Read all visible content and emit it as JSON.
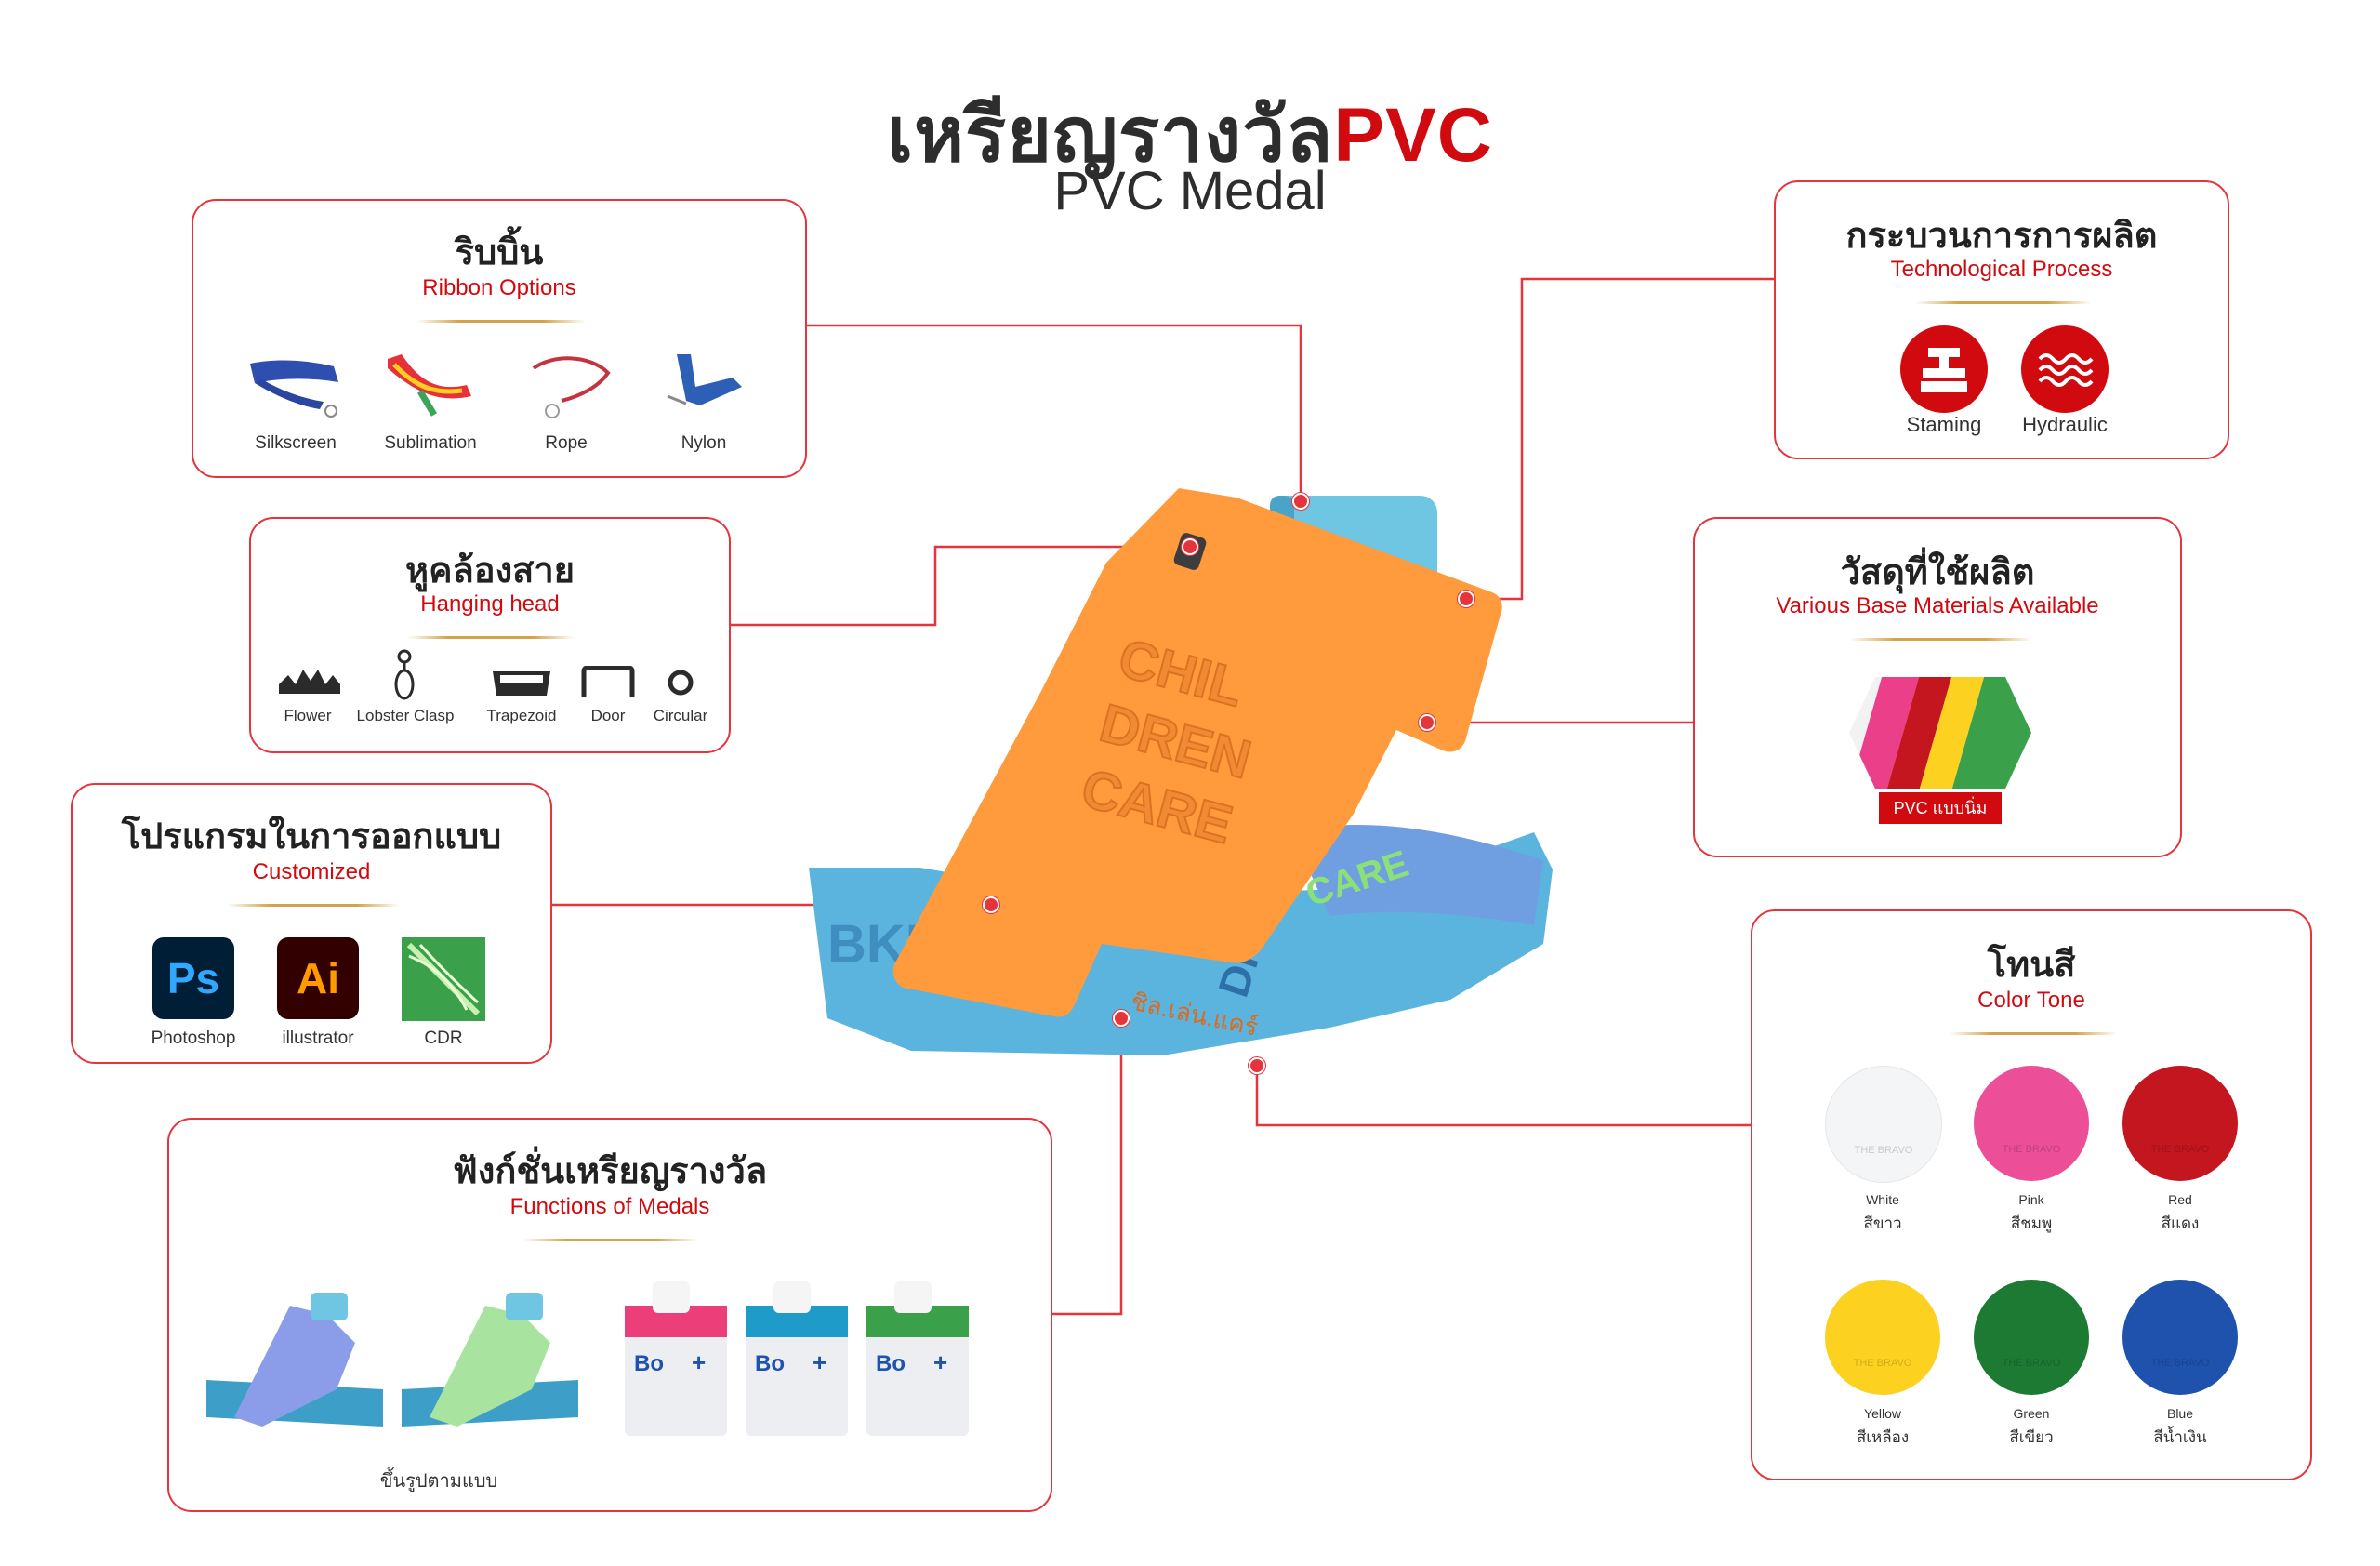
{
  "header": {
    "title_thai": "เหรียญรางวัล",
    "title_accent": "PVC",
    "subtitle": "PVC Medal"
  },
  "ribbon": {
    "title": "ริบบิ้น",
    "subtitle": "Ribbon Options",
    "items": [
      {
        "label": "Silkscreen",
        "icon": "lanyard-silkscreen-icon"
      },
      {
        "label": "Sublimation",
        "icon": "lanyard-sublimation-icon"
      },
      {
        "label": "Rope",
        "icon": "lanyard-rope-icon"
      },
      {
        "label": "Nylon",
        "icon": "lanyard-nylon-icon"
      }
    ]
  },
  "hanging": {
    "title": "หูคล้องสาย",
    "subtitle": "Hanging head",
    "items": [
      {
        "label": "Flower",
        "icon": "flower-hook-icon"
      },
      {
        "label": "Lobster Clasp",
        "icon": "lobster-clasp-icon"
      },
      {
        "label": "Trapezoid",
        "icon": "trapezoid-hook-icon"
      },
      {
        "label": "Door",
        "icon": "door-hook-icon"
      },
      {
        "label": "Circular",
        "icon": "circular-hook-icon"
      }
    ]
  },
  "design": {
    "title": "โปรแกรมในการออกแบบ",
    "subtitle": "Customized",
    "items": [
      {
        "label": "Photoshop",
        "glyph": "Ps",
        "icon": "photoshop-icon"
      },
      {
        "label": "illustrator",
        "glyph": "Ai",
        "icon": "illustrator-icon"
      },
      {
        "label": "CDR",
        "icon": "coreldraw-icon"
      }
    ]
  },
  "functions": {
    "title": "ฟังก์ชั่นเหรียญรางวัล",
    "subtitle": "Functions of Medals",
    "caption": "ขึ้นรูปตามแบบ"
  },
  "process": {
    "title": "กระบวนการการผลิต",
    "subtitle": "Technological Process",
    "items": [
      {
        "label": "Staming",
        "icon": "stamping-icon"
      },
      {
        "label": "Hydraulic",
        "icon": "hydraulic-icon"
      }
    ]
  },
  "materials": {
    "title": "วัสดุที่ใช้ผลิต",
    "subtitle": "Various Base Materials Available",
    "badge": "PVC แบบนิ่ม"
  },
  "colors": {
    "title": "โทนสี",
    "subtitle": "Color Tone",
    "swatch_text": "THE BRAVO",
    "items": [
      {
        "en": "White",
        "th": "สีขาว",
        "hex": "#f4f5f6"
      },
      {
        "en": "Pink",
        "th": "สีชมพู",
        "hex": "#ec4f98"
      },
      {
        "en": "Red",
        "th": "สีแดง",
        "hex": "#c4161f"
      },
      {
        "en": "Yellow",
        "th": "สีเหลือง",
        "hex": "#fdd120"
      },
      {
        "en": "Green",
        "th": "สีเขียว",
        "hex": "#1c7a33"
      },
      {
        "en": "Blue",
        "th": "สีน้ำเงิน",
        "hex": "#1f52ac"
      }
    ]
  },
  "medal": {
    "engraved_text": "ชิล.เล่น.แคร์",
    "ribbon_text": "BKK"
  },
  "theme": {
    "accent": "#d10a10",
    "border": "#e5343b",
    "gold": "#d4a349",
    "medal_orange": "#ff9a3d",
    "ribbon_blue": "#5bb4de"
  }
}
